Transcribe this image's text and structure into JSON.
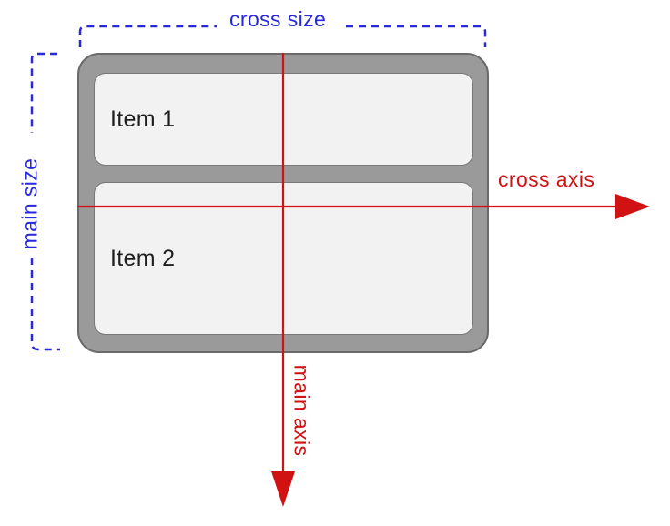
{
  "flex_container": {
    "items": [
      {
        "label": "Item 1"
      },
      {
        "label": "Item 2"
      }
    ]
  },
  "annotations": {
    "cross_size_label": "cross size",
    "main_size_label": "main size",
    "cross_axis_label": "cross axis",
    "main_axis_label": "main axis"
  },
  "colors": {
    "size_annotation_blue": "#2828dc",
    "axis_annotation_red": "#d01212",
    "container_fill": "#9a9a9a",
    "container_stroke": "#6a6a6a",
    "item_fill": "#f2f2f2",
    "item_stroke": "#787878",
    "item_text": "#1f1f1f",
    "background": "#ffffff"
  }
}
